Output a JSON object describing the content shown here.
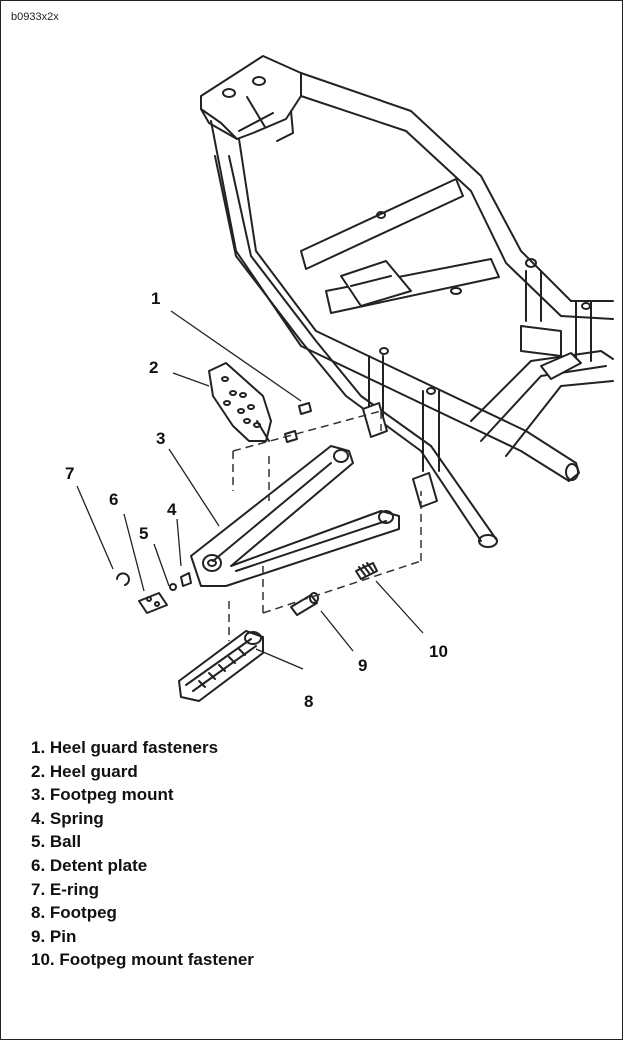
{
  "figure_id": "b0933x2x",
  "callouts": [
    "1",
    "2",
    "3",
    "4",
    "5",
    "6",
    "7",
    "8",
    "9",
    "10"
  ],
  "legend": [
    "1. Heel guard fasteners",
    "2. Heel guard",
    "3. Footpeg mount",
    "4. Spring",
    "5. Ball",
    "6. Detent plate",
    "7. E-ring",
    "8. Footpeg",
    "9. Pin",
    "10. Footpeg mount fastener"
  ]
}
